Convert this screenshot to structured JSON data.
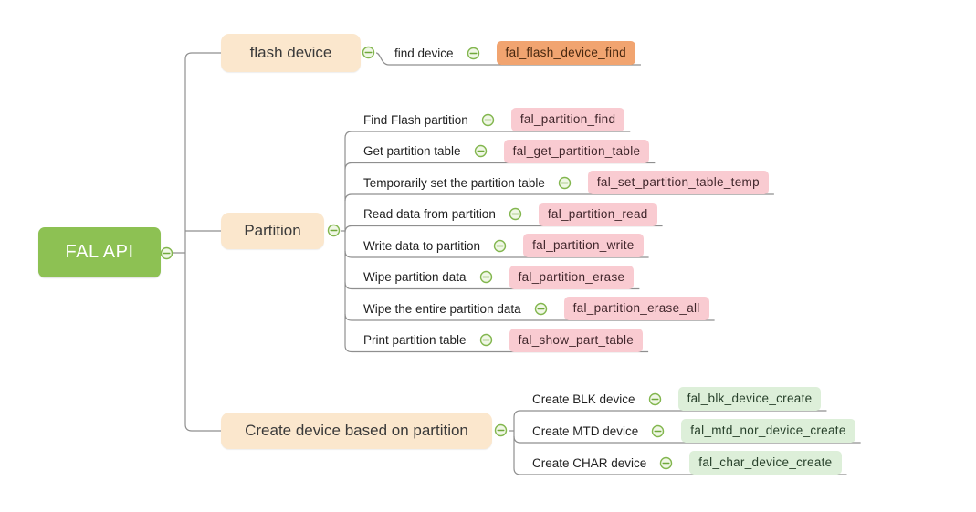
{
  "root": {
    "label": "FAL API"
  },
  "branches": [
    {
      "label": "flash device",
      "leaf_bg": "#f1a470",
      "leaf_text": "#47270f",
      "children": [
        {
          "label": "find device",
          "code": "fal_flash_device_find"
        }
      ]
    },
    {
      "label": "Partition",
      "leaf_bg": "#f9cbd1",
      "leaf_text": "#40262b",
      "children": [
        {
          "label": "Find Flash partition",
          "code": "fal_partition_find"
        },
        {
          "label": "Get partition table",
          "code": "fal_get_partition_table"
        },
        {
          "label": "Temporarily set the partition table",
          "code": "fal_set_partition_table_temp"
        },
        {
          "label": "Read data from partition",
          "code": "fal_partition_read"
        },
        {
          "label": "Write data to partition",
          "code": "fal_partition_write"
        },
        {
          "label": "Wipe partition data",
          "code": "fal_partition_erase"
        },
        {
          "label": "Wipe the entire partition data",
          "code": "fal_partition_erase_all"
        },
        {
          "label": "Print partition table",
          "code": "fal_show_part_table"
        }
      ]
    },
    {
      "label": "Create device based on partition",
      "leaf_bg": "#ddefd9",
      "leaf_text": "#27402a",
      "children": [
        {
          "label": "Create BLK device",
          "code": "fal_blk_device_create"
        },
        {
          "label": "Create MTD device",
          "code": "fal_mtd_nor_device_create"
        },
        {
          "label": "Create CHAR device",
          "code": "fal_char_device_create"
        }
      ]
    }
  ],
  "palette": {
    "root_bg": "#8dc153",
    "branch_bg": "#fbe7cd",
    "flash_leaf_bg": "#f1a470",
    "partition_leaf_bg": "#f9cbd1",
    "create_leaf_bg": "#ddefd9",
    "wire": "#8f8f8f",
    "collapse_green": "#7cb342"
  },
  "icons": {
    "collapse": "minus-circle-icon"
  }
}
